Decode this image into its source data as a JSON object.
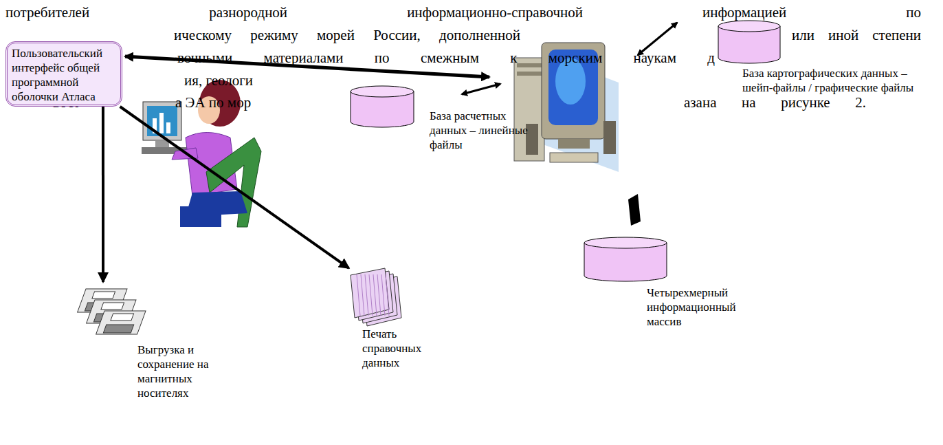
{
  "diagram": {
    "nodes": [
      {
        "text": [
          "Пользовательский интерфейс общей программной оболочки Атласа"
        ]
      },
      {
        "text": [
          "База картографических данных – шейп-файлы / графические файлы"
        ]
      },
      {
        "text": [
          "База расчетных данных – линейные файлы"
        ]
      },
      {
        "text": [
          "Четырехмерный информационный массив"
        ]
      },
      {
        "text": [
          "Выгрузка и сохранение на магнитных носителях"
        ]
      },
      {
        "text": [
          "Печать справочных данных"
        ]
      }
    ],
    "edges": [
      {
        "from": 0,
        "to": 4,
        "arrow": "to"
      },
      {
        "from": 0,
        "to": 5,
        "arrow": "to"
      }
    ],
    "labels": [
      "потребителей разнородной информационно-справочной информацией по",
      "ическому режиму морей России, дополненной",
      "или иной степени",
      "вочными материалами по смежным к морским наукам д",
      "ия, геологи",
      "Сост",
      "а ЭА по мор",
      "азана на рисунке 2."
    ]
  }
}
